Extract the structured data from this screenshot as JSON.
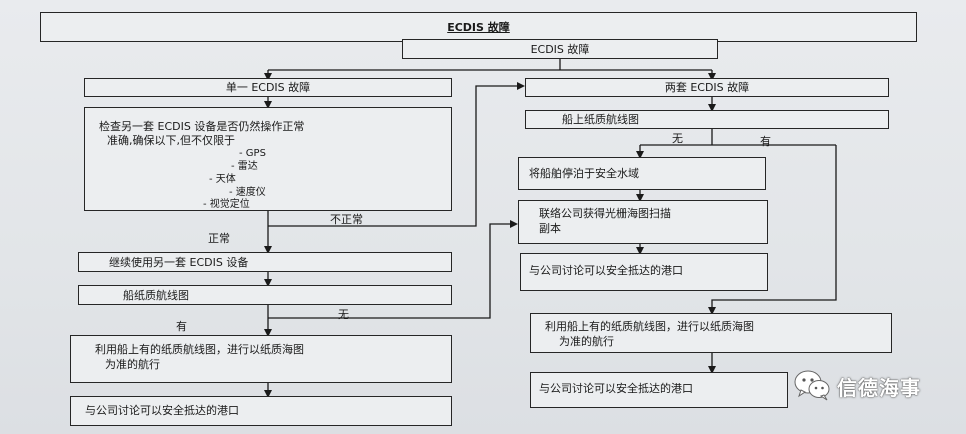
{
  "diagram": {
    "title": "ECDIS 故障",
    "root": "ECDIS 故障",
    "left": {
      "header": "单一 ECDIS 故障",
      "check_lines": [
        "检查另一套 ECDIS 设备是否仍然操作正常",
        "准确,确保以下,但不仅限于",
        "- GPS",
        "- 雷达",
        "- 天体",
        "- 速度仪",
        "- 视觉定位"
      ],
      "label_abnormal": "不正常",
      "label_normal": "正常",
      "continue": "继续使用另一套 ECDIS 设备",
      "paper_charts": "船纸质航线图",
      "label_yes": "有",
      "label_no": "无",
      "use_paper": [
        "利用船上有的纸质航线图，进行以纸质海图",
        "为准的航行"
      ],
      "discuss": "与公司讨论可以安全抵达的港口"
    },
    "right": {
      "header": "两套 ECDIS 故障",
      "paper_charts": "船上纸质航线图",
      "label_no": "无",
      "label_yes": "有",
      "anchor": "将船舶停泊于安全水域",
      "contact": [
        "联络公司获得光栅海图扫描",
        "副本"
      ],
      "discuss_a": "与公司讨论可以安全抵达的港口",
      "use_paper": [
        "利用船上有的纸质航线图，进行以纸质海图",
        "为准的航行"
      ],
      "discuss_b": "与公司讨论可以安全抵达的港口"
    }
  },
  "watermark": {
    "text": "信德海事",
    "icon": "wechat-icon"
  }
}
